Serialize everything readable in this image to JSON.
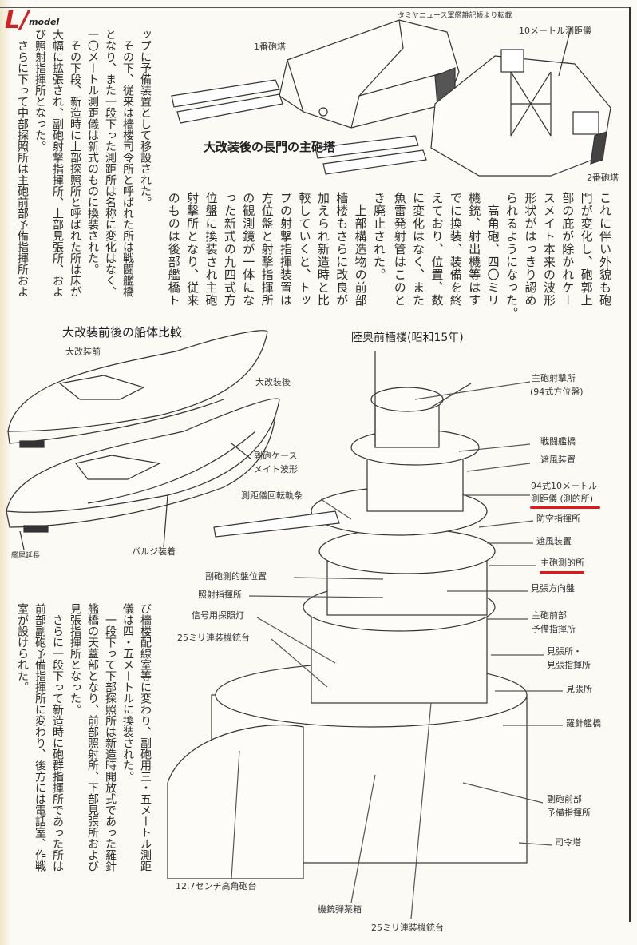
{
  "logo": {
    "mark": "L/",
    "text": "model"
  },
  "text_top_left": [
    "ップに予備装置として移設された。",
    "　その下、従来は檣楼司令所と呼ばれた所は戦闘艦橋",
    "となり、また一段下った測距所は名称に変化はなく、",
    "一〇メートル測距儀は新式のものに換装された。",
    "　その下段、新造時に上部探照所と呼ばれた所は床が",
    "大幅に拡張され、副砲射撃指揮所、上部見張所、およ",
    "び照射指揮所となった。",
    "　さらに下って中部探照所は主砲前部予備指揮所およ"
  ],
  "text_mid": [
    "き廃止された。",
    "　上部構造物の前部",
    "檣楼もさらに改良が",
    "加えられ新造時と比",
    "較していくと、トッ",
    "プの射撃指揮装置は",
    "方位盤と射撃指揮所",
    "の観測鏡が一体にな",
    "った新式の九四式方",
    "位盤に換装され主砲",
    "射撃所となり、従来",
    "のものは後部艦橋ト"
  ],
  "text_right": [
    "これに伴い外貌も砲",
    "門が変化し、砲郭上",
    "部の庇が除かれケー",
    "スメイト本来の波形",
    "形状がはっきり認め",
    "られるようになった。",
    "　高角砲、四〇ミリ",
    "機銃、射出機等はす",
    "でに換装、装備を終",
    "えており、位置、数",
    "に変化はなく、また",
    "魚雷発射管はこのと"
  ],
  "text_bottom_left": [
    "び檣楼配線室等に変わり、副砲用三・五メートル測距",
    "儀は四・五メートルに換装された。",
    "　一段下って下部探照所は新造時開放式であった羅針",
    "艦橋の天蓋部となり、前部照射所、下部見張所および",
    "見張指揮所となった。",
    "　さらに一段下って新造時に砲群指揮所であった所は",
    "前部副砲予備指揮所に変わり、後方には電話室、作戦",
    "室が設けられた。"
  ],
  "turret_figure": {
    "credit": "タミヤニュース軍艦雑記帳より転載",
    "title": "大改装後の長門の主砲塔",
    "turret1": "1番砲塔",
    "turret2": "2番砲塔",
    "rangefinder": "10メートル測距儀"
  },
  "hull_figure": {
    "title": "大改装前後の船体比較",
    "before": "大改装前",
    "after": "大改装後",
    "casemate_1": "副砲ケース",
    "casemate_2": "メイト波形",
    "bulge": "バルジ装着",
    "stern": "艦尾延長"
  },
  "bridge_figure": {
    "title": "陸奥前檣楼(昭和15年)",
    "labels": {
      "main_fire_control_1": "主砲射撃所",
      "main_fire_control_2": "(94式方位盤)",
      "combat_bridge": "戦闘艦橋",
      "wind_screen_1": "遮風装置",
      "rangefinder_1": "94式10メートル",
      "rangefinder_2": "測距儀 (測的所)",
      "aa_command": "防空指揮所",
      "wind_screen_2": "遮風装置",
      "main_measuring": "主砲測的所",
      "lookout_director": "見張方向盤",
      "main_reserve_1": "主砲前部",
      "main_reserve_2": "予備指揮所",
      "lookout_post_1": "見張所・",
      "lookout_post_2": "見張指揮所",
      "lookout": "見張所",
      "compass_bridge": "羅針艦橋",
      "secondary_reserve_1": "副砲前部",
      "secondary_reserve_2": "予備指揮所",
      "conning_tower": "司令塔",
      "rangefinder_rail": "測距儀回転軌条",
      "secondary_measuring": "副砲測的盤位置",
      "searchlight_command": "照射指揮所",
      "signal_searchlight": "信号用探照灯",
      "mg_platform_1": "25ミリ連装機銃台",
      "ha_gun_platform": "12.7センチ高角砲台",
      "ammo_box": "機銃弾薬箱",
      "mg_platform_2": "25ミリ連装機銃台"
    }
  },
  "colors": {
    "highlight": "#e01818",
    "paper": "#fbfaf5",
    "ink": "#2a2a2a"
  }
}
